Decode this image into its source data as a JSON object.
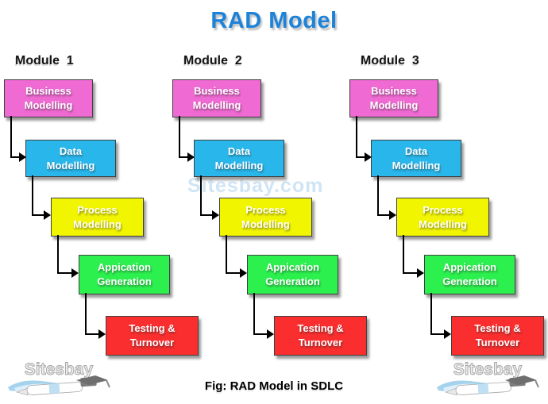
{
  "title": "RAD Model",
  "caption": "Fig: RAD Model in SDLC",
  "watermark": "Sitesbay.com",
  "logo": {
    "text": "Sitesbay"
  },
  "colors": {
    "title": "#1c83d9",
    "watermark": "#cfe5f5",
    "business": "#ef6ad2",
    "data": "#29b7eb",
    "process": "#f2f500",
    "appication": "#2cf04e",
    "testing": "#fa2e2e"
  },
  "modules": [
    {
      "heading": "Module  1",
      "boxes": [
        {
          "stage": "business",
          "label": "Business\nModelling"
        },
        {
          "stage": "data",
          "label": "Data\nModelling"
        },
        {
          "stage": "process",
          "label": "Process\nModelling"
        },
        {
          "stage": "appication",
          "label": "Appication\nGeneration"
        },
        {
          "stage": "testing",
          "label": "Testing &\nTurnover"
        }
      ]
    },
    {
      "heading": "Module  2",
      "boxes": [
        {
          "stage": "business",
          "label": "Business\nModelling"
        },
        {
          "stage": "data",
          "label": "Data\nModelling"
        },
        {
          "stage": "process",
          "label": "Process\nModelling"
        },
        {
          "stage": "appication",
          "label": "Appication\nGeneration"
        },
        {
          "stage": "testing",
          "label": "Testing &\nTurnover"
        }
      ]
    },
    {
      "heading": "Module  3",
      "boxes": [
        {
          "stage": "business",
          "label": "Business\nModelling"
        },
        {
          "stage": "data",
          "label": "Data\nModelling"
        },
        {
          "stage": "process",
          "label": "Process\nModelling"
        },
        {
          "stage": "appication",
          "label": "Appication\nGeneration"
        },
        {
          "stage": "testing",
          "label": "Testing &\nTurnover"
        }
      ]
    }
  ]
}
